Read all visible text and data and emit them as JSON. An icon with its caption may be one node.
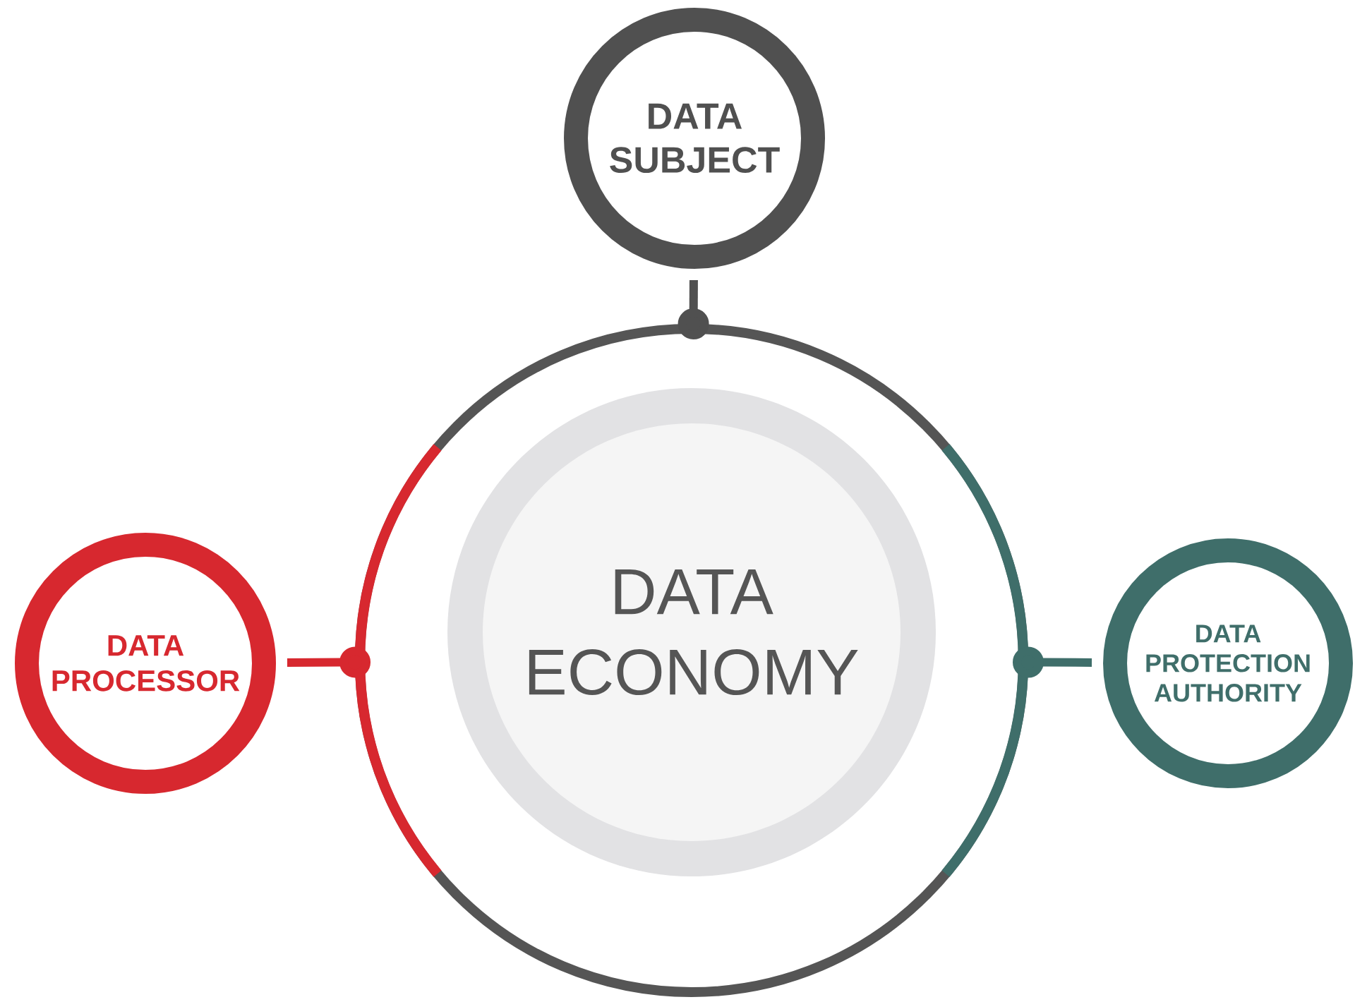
{
  "diagram": {
    "nodes": [
      {
        "text": [],
        "shape": "circle"
      },
      {
        "text": [
          "DATA ECONOMY"
        ],
        "in": 0
      },
      {
        "text": [
          "DATA SUBJECT"
        ]
      },
      {
        "text": [
          "DATA PROCESSOR"
        ]
      },
      {
        "text": [
          "DATA PROTECTION AUTHORITY"
        ]
      }
    ],
    "edges": [
      {
        "from": 2,
        "to": 0,
        "arrow": "other",
        "color": "#505050"
      },
      {
        "from": 3,
        "to": 0,
        "arrow": "other",
        "color": "#d7282f"
      },
      {
        "from": 4,
        "to": 0,
        "arrow": "other",
        "color": "#3f6e6a"
      }
    ]
  }
}
